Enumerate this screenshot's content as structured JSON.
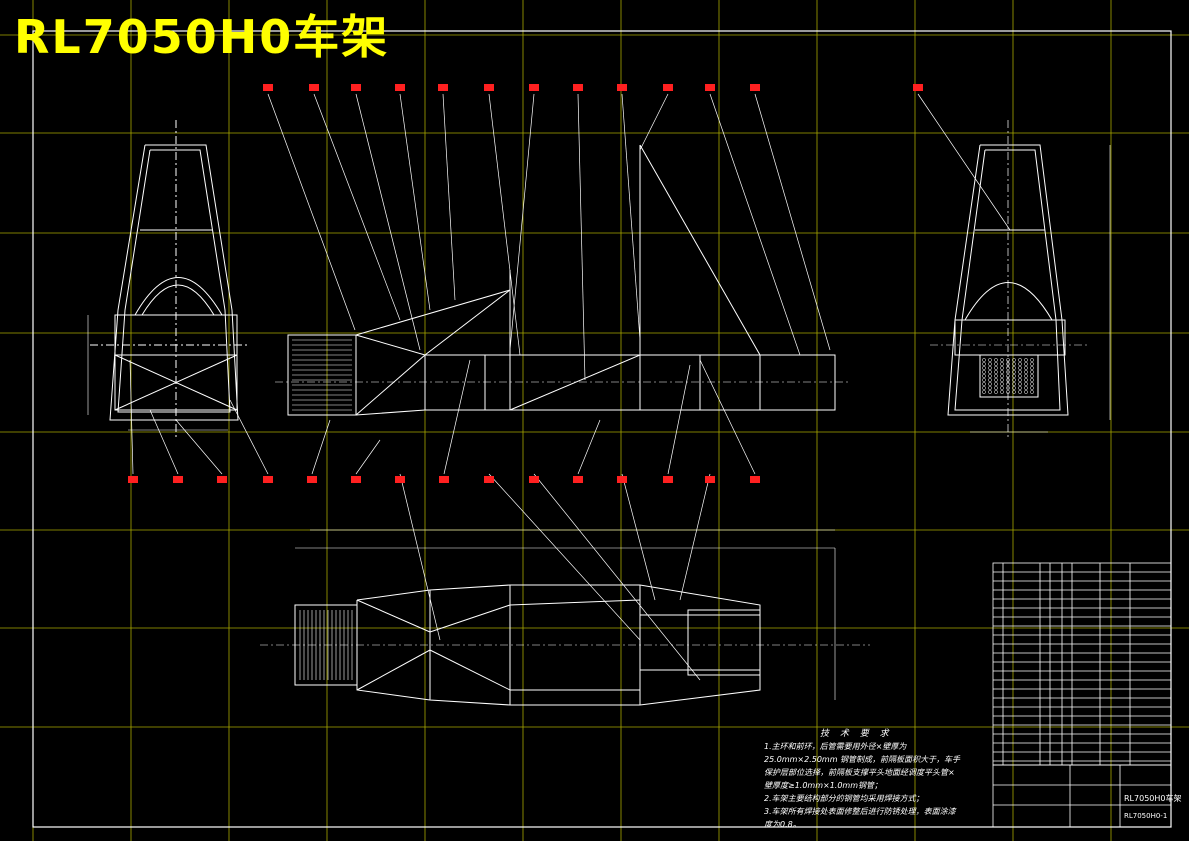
{
  "title": "RL7050H0车架",
  "requirements": {
    "heading": "技 术 要 求",
    "lines": [
      "1.主环和前环，后管需要用外径×壁厚为",
      "25.0mm×2.50mm 钢管制成，前隔板面积大于，车手",
      "保护层部位选择，前隔板支撑平头地面经调度平头管×",
      "壁厚度≥1.0mm×1.0mm钢管；",
      "2.车架主要结构部分的钢管均采用焊接方式；",
      "3.车架所有焊接处表面修整后进行防锈处理，表面涂漆",
      "度为0.8。"
    ]
  },
  "title_block": {
    "name": "RL7050H0车架",
    "school": "",
    "drawing_no": "RL7050H0-1"
  },
  "colors": {
    "grid": "#c8c800",
    "line": "#ffffff",
    "callout": "#ff2020",
    "title": "#ffff00"
  }
}
